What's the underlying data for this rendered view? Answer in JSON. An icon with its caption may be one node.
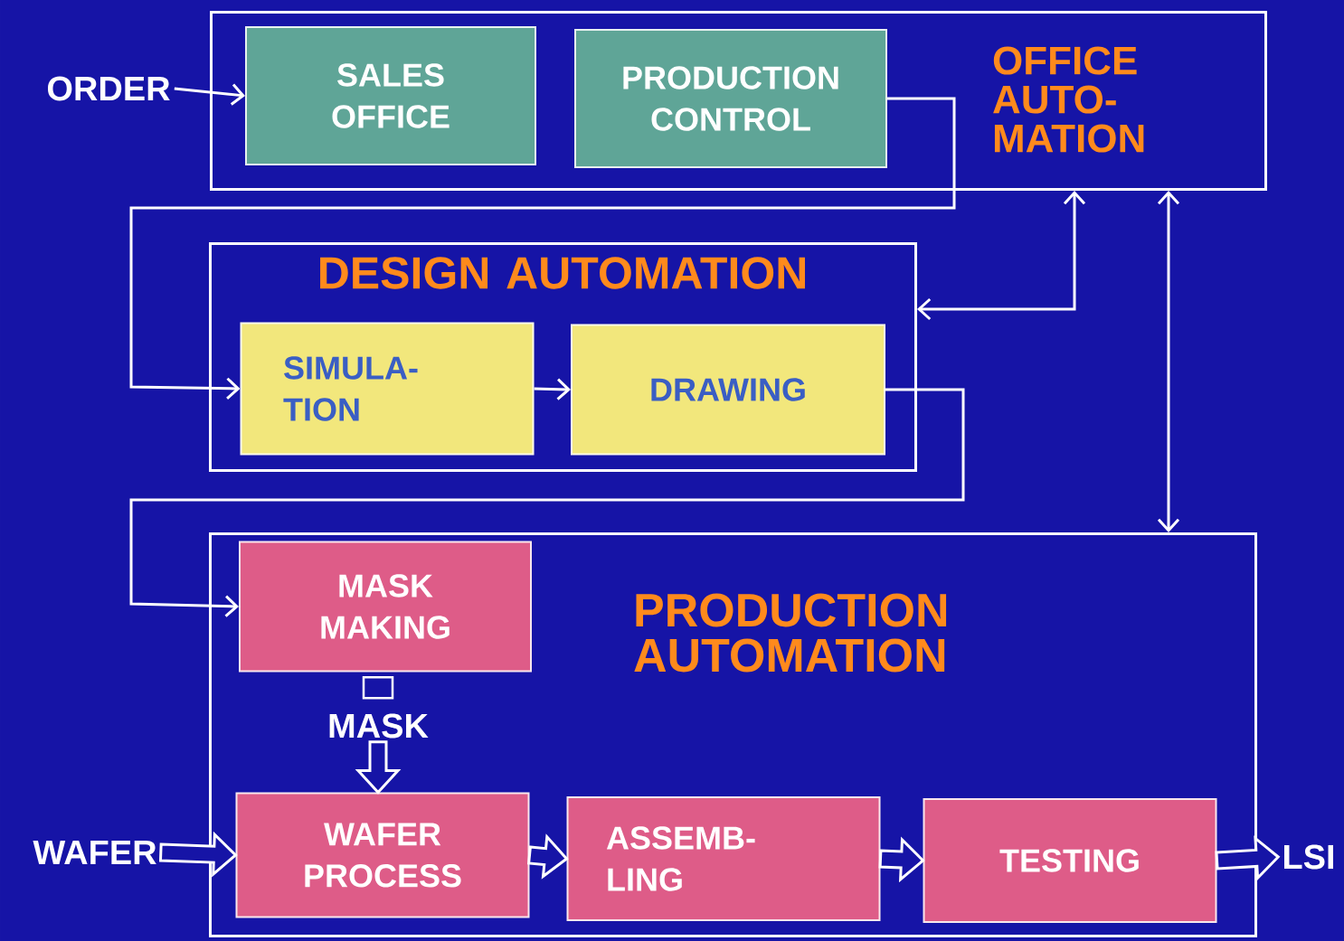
{
  "diagram": {
    "nodes": [
      {
        "text": [
          "OFFICE AUTO- MATION"
        ]
      },
      {
        "text": [
          "SALES OFFICE"
        ],
        "in": 0
      },
      {
        "text": [
          "PRODUCTION CONTROL"
        ],
        "in": 0
      },
      {
        "text": [
          "DESIGN AUTOMATION"
        ]
      },
      {
        "text": [
          "SIMULA- TION"
        ],
        "in": 3
      },
      {
        "text": [
          "DRAWING"
        ],
        "in": 3
      },
      {
        "text": [
          "PRODUCTION AUTOMATION"
        ]
      },
      {
        "text": [
          "MASK MAKING"
        ],
        "in": 6
      },
      {
        "text": [
          "MASK"
        ],
        "in": 6
      },
      {
        "text": [
          "WAFER PROCESS"
        ],
        "in": 6
      },
      {
        "text": [
          "ASSEMB- LING"
        ],
        "in": 6
      },
      {
        "text": [
          "TESTING"
        ],
        "in": 6
      },
      {
        "text": [
          "ORDER"
        ]
      },
      {
        "text": [
          "WAFER"
        ]
      },
      {
        "text": [
          "LSI"
        ]
      }
    ],
    "edges": [
      {
        "from": 12,
        "to": 1,
        "arrow": "to"
      },
      {
        "from": 2,
        "to": 4,
        "arrow": "to"
      },
      {
        "from": 4,
        "to": 5,
        "arrow": "to"
      },
      {
        "from": 0,
        "to": 3,
        "arrow": "both"
      },
      {
        "from": 0,
        "to": 6,
        "arrow": "both"
      },
      {
        "from": 5,
        "to": 7,
        "arrow": "to"
      },
      {
        "from": 8,
        "to": 9,
        "arrow": "to",
        "style": "thick"
      },
      {
        "from": 13,
        "to": 9,
        "arrow": "to",
        "style": "thick"
      },
      {
        "from": 9,
        "to": 10,
        "arrow": "to",
        "style": "thick"
      },
      {
        "from": 10,
        "to": 11,
        "arrow": "to",
        "style": "thick"
      },
      {
        "from": 11,
        "to": 14,
        "arrow": "to",
        "style": "thick"
      }
    ]
  }
}
